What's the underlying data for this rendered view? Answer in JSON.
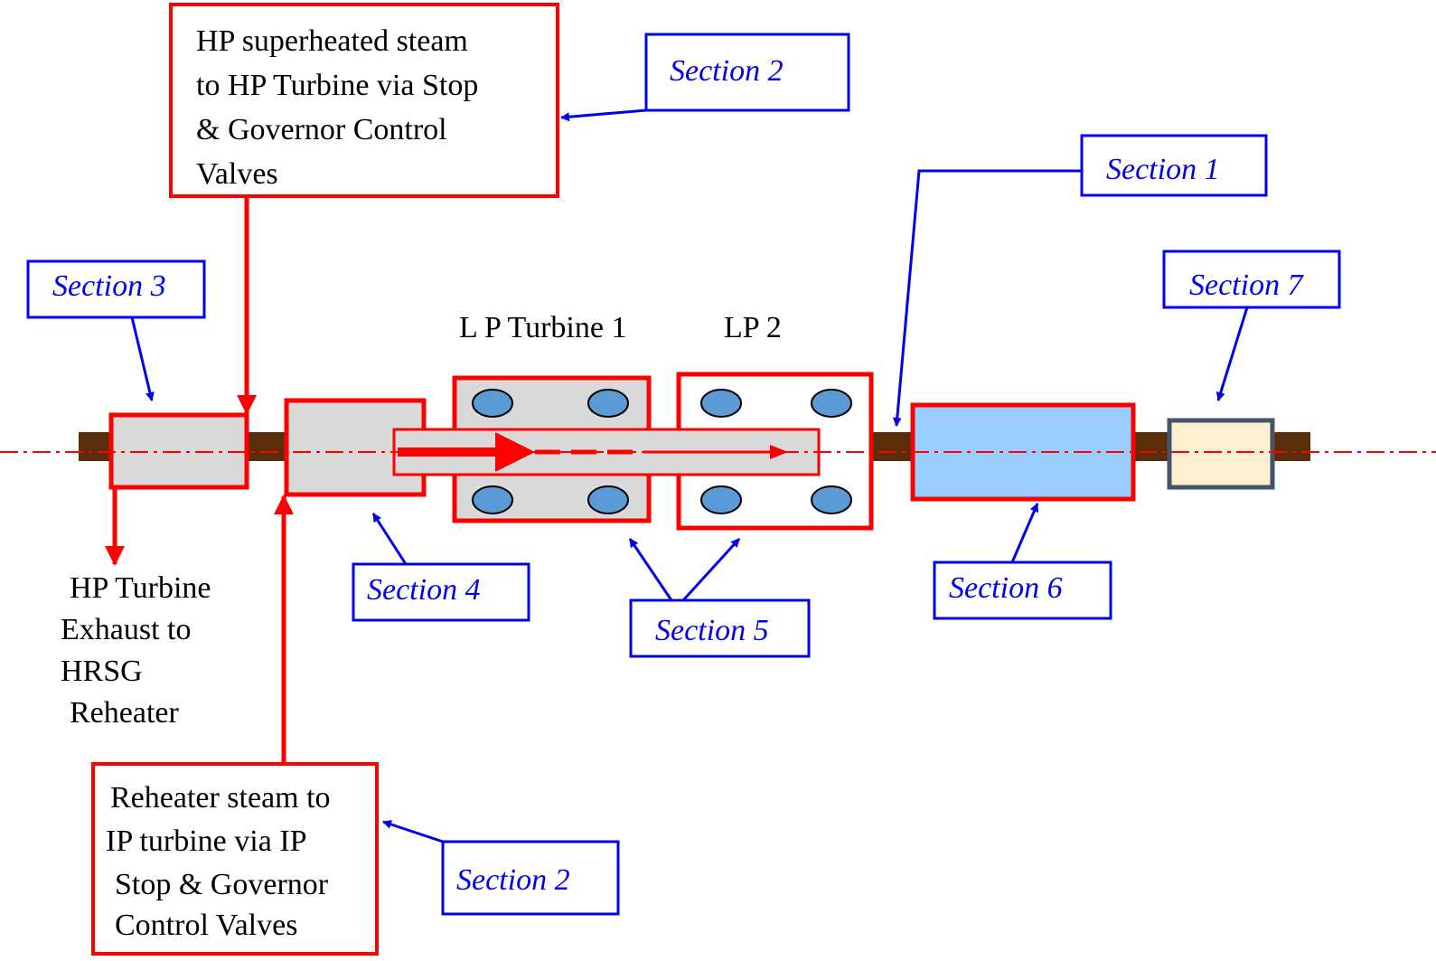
{
  "colors": {
    "red": "#ff0000",
    "blue": "#0000ee",
    "shaft": "#5a2e0a",
    "casing_grey": "#d9d9d9",
    "generator_blue": "#99ccff",
    "exciter_cream": "#fdf0d0",
    "exciter_border": "#44546a",
    "bearing_blue": "#5b9bd5"
  },
  "labels": {
    "lp_turbine_1": "L P Turbine 1",
    "lp_2": "LP 2",
    "hp_steam_box": [
      "HP superheated steam",
      "to HP Turbine via Stop",
      "& Governor Control",
      "Valves"
    ],
    "reheater_box": [
      "Reheater steam to",
      "IP turbine via IP",
      "Stop & Governor",
      "Control Valves"
    ],
    "hp_exhaust": [
      "HP Turbine",
      "Exhaust to",
      "HRSG",
      "Reheater"
    ]
  },
  "sections": {
    "s2_top": "Section 2",
    "s1": "Section 1",
    "s3": "Section 3",
    "s7": "Section 7",
    "s4": "Section 4",
    "s5": "Section 5",
    "s6": "Section 6",
    "s2_bottom": "Section 2"
  }
}
